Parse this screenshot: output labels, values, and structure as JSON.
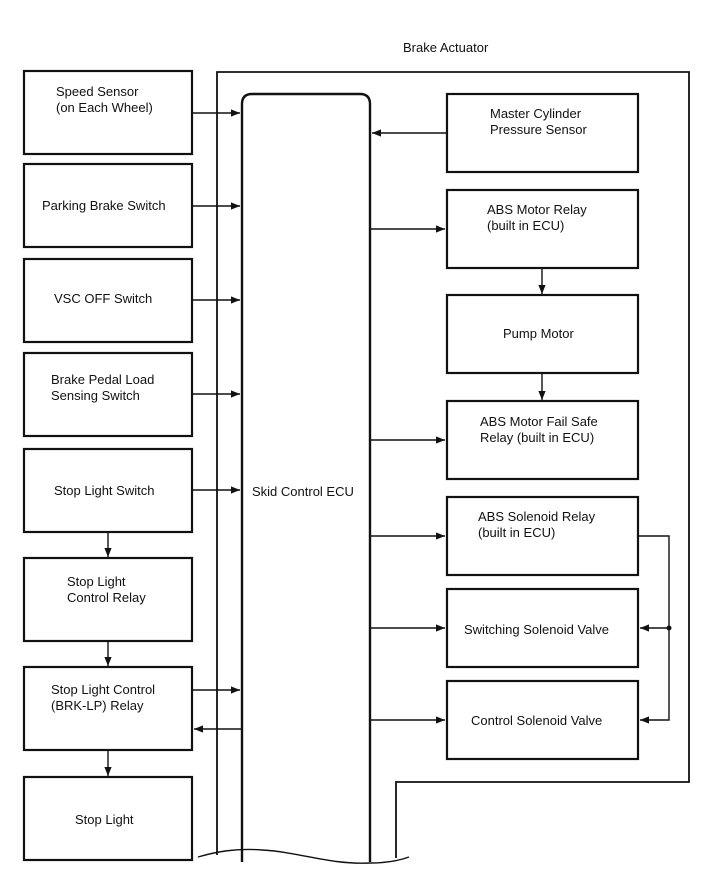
{
  "actuator_label": "Brake Actuator",
  "ecu_label": "Skid Control ECU",
  "left_blocks": [
    {
      "id": "speed-sensor",
      "lines": [
        "Speed Sensor",
        "(on Each Wheel)"
      ]
    },
    {
      "id": "parking-brake-switch",
      "lines": [
        "Parking Brake Switch"
      ]
    },
    {
      "id": "vsc-off-switch",
      "lines": [
        "VSC OFF Switch"
      ]
    },
    {
      "id": "brake-pedal-load-sensing-switch",
      "lines": [
        "Brake Pedal Load",
        "Sensing Switch"
      ]
    },
    {
      "id": "stop-light-switch",
      "lines": [
        "Stop Light Switch"
      ]
    },
    {
      "id": "stop-light-control-relay",
      "lines": [
        "Stop Light",
        "Control Relay"
      ]
    },
    {
      "id": "brk-lp-relay",
      "lines": [
        "Stop Light Control",
        "(BRK-LP) Relay"
      ]
    },
    {
      "id": "stop-light",
      "lines": [
        "Stop Light"
      ]
    }
  ],
  "right_blocks": [
    {
      "id": "master-cylinder-pressure-sensor",
      "lines": [
        "Master Cylinder",
        "Pressure Sensor"
      ]
    },
    {
      "id": "abs-motor-relay",
      "lines": [
        "ABS Motor Relay",
        "(built in ECU)"
      ]
    },
    {
      "id": "pump-motor",
      "lines": [
        "Pump Motor"
      ]
    },
    {
      "id": "abs-motor-fail-safe-relay",
      "lines": [
        "ABS Motor Fail Safe",
        "Relay (built in ECU)"
      ]
    },
    {
      "id": "abs-solenoid-relay",
      "lines": [
        "ABS Solenoid Relay",
        "(built in ECU)"
      ]
    },
    {
      "id": "switching-solenoid-valve",
      "lines": [
        "Switching Solenoid Valve"
      ]
    },
    {
      "id": "control-solenoid-valve",
      "lines": [
        "Control Solenoid Valve"
      ]
    }
  ],
  "connections": [
    {
      "from": "Speed Sensor",
      "to": "Skid Control ECU"
    },
    {
      "from": "Parking Brake Switch",
      "to": "Skid Control ECU"
    },
    {
      "from": "VSC OFF Switch",
      "to": "Skid Control ECU"
    },
    {
      "from": "Brake Pedal Load Sensing Switch",
      "to": "Skid Control ECU"
    },
    {
      "from": "Stop Light Switch",
      "to": "Skid Control ECU"
    },
    {
      "from": "Stop Light Switch",
      "to": "Stop Light Control Relay"
    },
    {
      "from": "Stop Light Control Relay",
      "to": "Stop Light Control (BRK-LP) Relay"
    },
    {
      "from": "Stop Light Control (BRK-LP) Relay",
      "to": "Skid Control ECU"
    },
    {
      "from": "Skid Control ECU",
      "to": "Stop Light Control (BRK-LP) Relay"
    },
    {
      "from": "Stop Light Control (BRK-LP) Relay",
      "to": "Stop Light"
    },
    {
      "from": "Master Cylinder Pressure Sensor",
      "to": "Skid Control ECU"
    },
    {
      "from": "Skid Control ECU",
      "to": "ABS Motor Relay"
    },
    {
      "from": "ABS Motor Relay",
      "to": "Pump Motor"
    },
    {
      "from": "Pump Motor",
      "to": "ABS Motor Fail Safe Relay"
    },
    {
      "from": "Skid Control ECU",
      "to": "ABS Motor Fail Safe Relay"
    },
    {
      "from": "Skid Control ECU",
      "to": "ABS Solenoid Relay"
    },
    {
      "from": "Skid Control ECU",
      "to": "Switching Solenoid Valve"
    },
    {
      "from": "Skid Control ECU",
      "to": "Control Solenoid Valve"
    },
    {
      "from": "ABS Solenoid Relay",
      "to": "Switching Solenoid Valve"
    },
    {
      "from": "ABS Solenoid Relay",
      "to": "Control Solenoid Valve"
    }
  ]
}
